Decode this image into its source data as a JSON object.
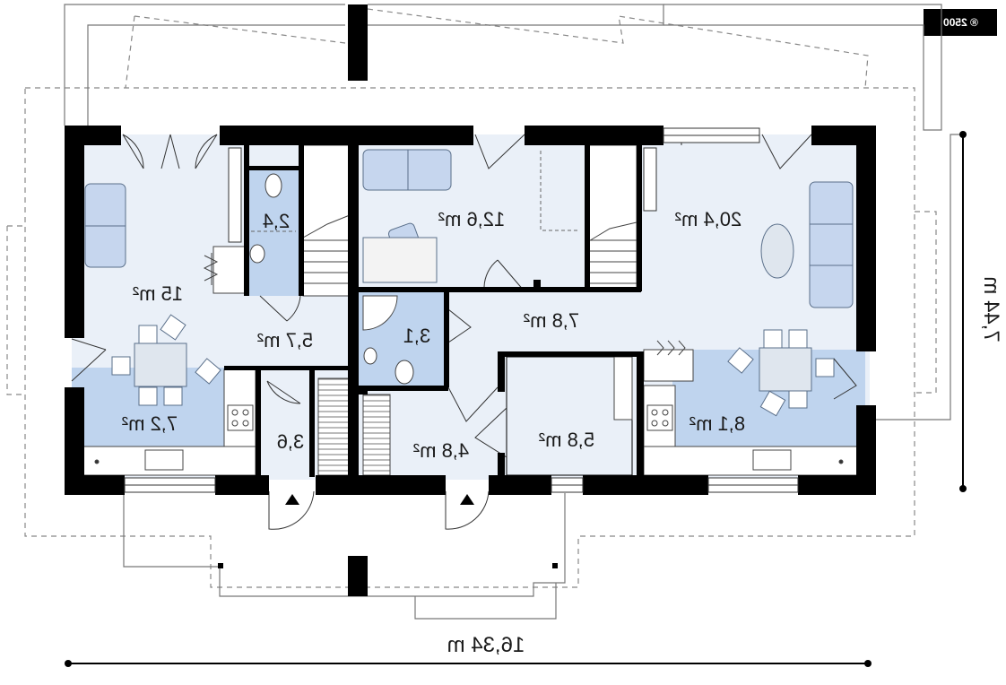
{
  "plan": {
    "badge_text": "® 2500",
    "rooms": {
      "living_left": "15 m²",
      "wc_left": "2,4",
      "hall_left": "5,7 m²",
      "kitchen_left": "7,2 m²",
      "vestibule_left": "3,6",
      "room_top_middle": "12,6 m²",
      "bathroom_middle": "3,1",
      "hall_middle": "7,8 m²",
      "vestibule_middle": "4,8 m²",
      "room_bottom_middle": "5,8 m²",
      "living_right": "20,4 m²",
      "kitchen_right": "8,1 m²"
    },
    "dimensions": {
      "width": "16,34 m",
      "depth": "7,44 m"
    },
    "colors": {
      "floor": "#eaf0f8",
      "accent": "#bfd4ee",
      "furniture": "#c6d6ee",
      "wall": "#000000"
    }
  }
}
